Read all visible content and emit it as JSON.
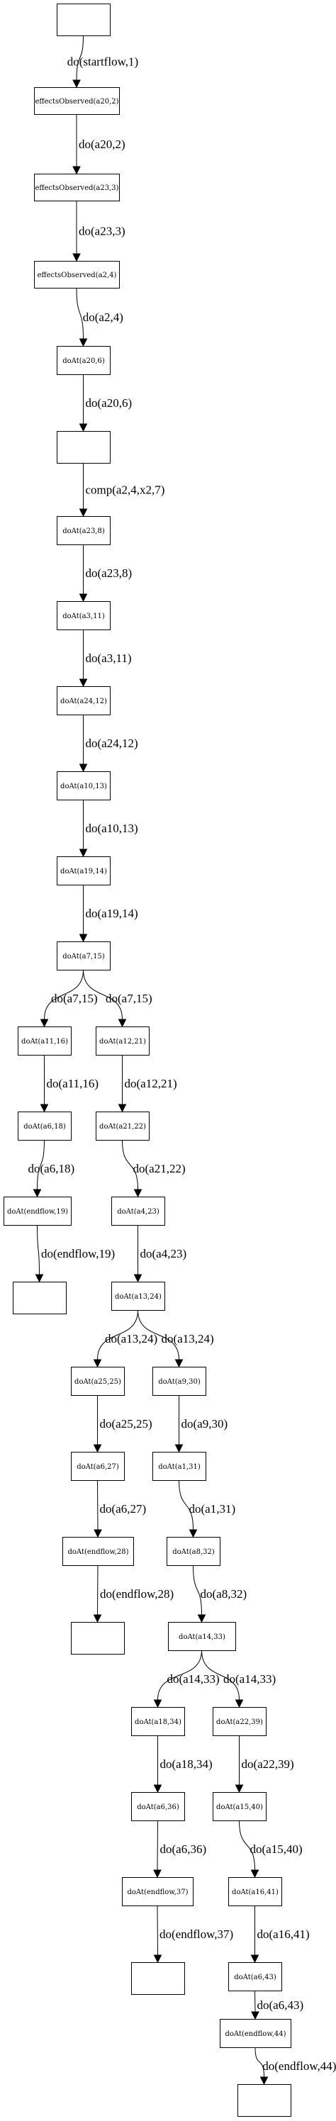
{
  "nodes": [
    {
      "id": "n0",
      "label": ""
    },
    {
      "id": "n1",
      "label": "effectsObserved(a20,2)"
    },
    {
      "id": "n2",
      "label": "effectsObserved(a23,3)"
    },
    {
      "id": "n3",
      "label": "effectsObserved(a2,4)"
    },
    {
      "id": "n4",
      "label": "doAt(a20,6)"
    },
    {
      "id": "n5",
      "label": ""
    },
    {
      "id": "n6",
      "label": "doAt(a23,8)"
    },
    {
      "id": "n7",
      "label": "doAt(a3,11)"
    },
    {
      "id": "n8",
      "label": "doAt(a24,12)"
    },
    {
      "id": "n9",
      "label": "doAt(a10,13)"
    },
    {
      "id": "n10",
      "label": "doAt(a19,14)"
    },
    {
      "id": "n11",
      "label": "doAt(a7,15)"
    },
    {
      "id": "n12",
      "label": "doAt(a11,16)"
    },
    {
      "id": "n13",
      "label": "doAt(a12,21)"
    },
    {
      "id": "n14",
      "label": "doAt(a6,18)"
    },
    {
      "id": "n15",
      "label": "doAt(a21,22)"
    },
    {
      "id": "n16",
      "label": "doAt(endflow,19)"
    },
    {
      "id": "n17",
      "label": "doAt(a4,23)"
    },
    {
      "id": "n18",
      "label": ""
    },
    {
      "id": "n19",
      "label": "doAt(a13,24)"
    },
    {
      "id": "n20",
      "label": "doAt(a25,25)"
    },
    {
      "id": "n21",
      "label": "doAt(a9,30)"
    },
    {
      "id": "n22",
      "label": "doAt(a6,27)"
    },
    {
      "id": "n23",
      "label": "doAt(a1,31)"
    },
    {
      "id": "n24",
      "label": "doAt(endflow,28)"
    },
    {
      "id": "n25",
      "label": "doAt(a8,32)"
    },
    {
      "id": "n26",
      "label": ""
    },
    {
      "id": "n27",
      "label": "doAt(a14,33)"
    },
    {
      "id": "n28",
      "label": "doAt(a18,34)"
    },
    {
      "id": "n29",
      "label": "doAt(a22,39)"
    },
    {
      "id": "n30",
      "label": "doAt(a6,36)"
    },
    {
      "id": "n31",
      "label": "doAt(a15,40)"
    },
    {
      "id": "n32",
      "label": "doAt(endflow,37)"
    },
    {
      "id": "n33",
      "label": "doAt(a16,41)"
    },
    {
      "id": "n34",
      "label": ""
    },
    {
      "id": "n35",
      "label": "doAt(a6,43)"
    },
    {
      "id": "n36",
      "label": "doAt(endflow,44)"
    },
    {
      "id": "n37",
      "label": ""
    }
  ],
  "edges": [
    {
      "from": "n0",
      "to": "n1",
      "label": "do(startflow,1)"
    },
    {
      "from": "n1",
      "to": "n2",
      "label": "do(a20,2)"
    },
    {
      "from": "n2",
      "to": "n3",
      "label": "do(a23,3)"
    },
    {
      "from": "n3",
      "to": "n4",
      "label": "do(a2,4)"
    },
    {
      "from": "n4",
      "to": "n5",
      "label": "do(a20,6)"
    },
    {
      "from": "n5",
      "to": "n6",
      "label": "comp(a2,4,x2,7)"
    },
    {
      "from": "n6",
      "to": "n7",
      "label": "do(a23,8)"
    },
    {
      "from": "n7",
      "to": "n8",
      "label": "do(a3,11)"
    },
    {
      "from": "n8",
      "to": "n9",
      "label": "do(a24,12)"
    },
    {
      "from": "n9",
      "to": "n10",
      "label": "do(a10,13)"
    },
    {
      "from": "n10",
      "to": "n11",
      "label": "do(a19,14)"
    },
    {
      "from": "n11",
      "to": "n12",
      "label": "do(a7,15)"
    },
    {
      "from": "n11",
      "to": "n13",
      "label": "do(a7,15)"
    },
    {
      "from": "n12",
      "to": "n14",
      "label": "do(a11,16)"
    },
    {
      "from": "n13",
      "to": "n15",
      "label": "do(a12,21)"
    },
    {
      "from": "n14",
      "to": "n16",
      "label": "do(a6,18)"
    },
    {
      "from": "n15",
      "to": "n17",
      "label": "do(a21,22)"
    },
    {
      "from": "n16",
      "to": "n18",
      "label": "do(endflow,19)"
    },
    {
      "from": "n17",
      "to": "n19",
      "label": "do(a4,23)"
    },
    {
      "from": "n19",
      "to": "n20",
      "label": "do(a13,24)"
    },
    {
      "from": "n19",
      "to": "n21",
      "label": "do(a13,24)"
    },
    {
      "from": "n20",
      "to": "n22",
      "label": "do(a25,25)"
    },
    {
      "from": "n21",
      "to": "n23",
      "label": "do(a9,30)"
    },
    {
      "from": "n22",
      "to": "n24",
      "label": "do(a6,27)"
    },
    {
      "from": "n23",
      "to": "n25",
      "label": "do(a1,31)"
    },
    {
      "from": "n24",
      "to": "n26",
      "label": "do(endflow,28)"
    },
    {
      "from": "n25",
      "to": "n27",
      "label": "do(a8,32)"
    },
    {
      "from": "n27",
      "to": "n28",
      "label": "do(a14,33)"
    },
    {
      "from": "n27",
      "to": "n29",
      "label": "do(a14,33)"
    },
    {
      "from": "n28",
      "to": "n30",
      "label": "do(a18,34)"
    },
    {
      "from": "n29",
      "to": "n31",
      "label": "do(a22,39)"
    },
    {
      "from": "n30",
      "to": "n32",
      "label": "do(a6,36)"
    },
    {
      "from": "n31",
      "to": "n33",
      "label": "do(a15,40)"
    },
    {
      "from": "n32",
      "to": "n34",
      "label": "do(endflow,37)"
    },
    {
      "from": "n33",
      "to": "n35",
      "label": "do(a16,41)"
    },
    {
      "from": "n35",
      "to": "n36",
      "label": "do(a6,43)"
    },
    {
      "from": "n36",
      "to": "n37",
      "label": "do(endflow,44)"
    }
  ]
}
